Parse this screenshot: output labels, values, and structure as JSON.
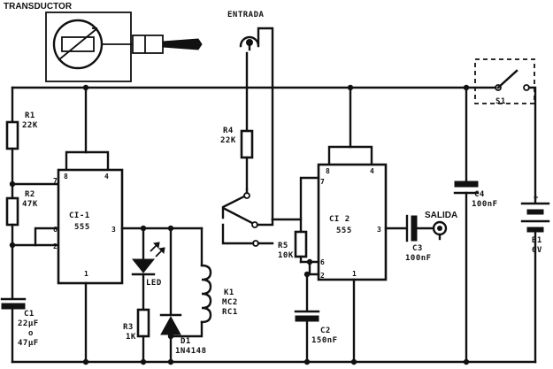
{
  "labels": {
    "transductor": "TRANSDUCTOR",
    "entrada": "ENTRADA",
    "salida": "SALIDA",
    "r1_name": "R1",
    "r1_value": "22K",
    "r2_name": "R2",
    "r2_value": "47K",
    "r3_name": "R3",
    "r3_value": "1K",
    "r4_name": "R4",
    "r4_value": "22K",
    "r5_name": "R5",
    "r5_value": "10K",
    "c1_name": "C1",
    "c1_value_a": "22µF",
    "c1_value_or": "o",
    "c1_value_b": "47µF",
    "c2_name": "C2",
    "c2_value": "150nF",
    "c3_name": "C3",
    "c3_value": "100nF",
    "c4_name": "C4",
    "c4_value": "100nF",
    "ci1_name": "CI-1",
    "ci1_type": "555",
    "ci2_name": "CI 2",
    "ci2_type": "555",
    "led": "LED",
    "d1_name": "D1",
    "d1_value": "1N4148",
    "k1_name": "K1",
    "k1_model_a": "MC2",
    "k1_model_b": "RC1",
    "s1": "S1",
    "battery_plus": "+",
    "battery_name": "B1",
    "battery_value": "6V"
  },
  "pins": {
    "ci1_p8": "8",
    "ci1_p4": "4",
    "ci1_p7": "7",
    "ci1_p6": "6",
    "ci1_p2": "2",
    "ci1_p3": "3",
    "ci1_p1": "1",
    "ci2_p8": "8",
    "ci2_p4": "4",
    "ci2_p7": "7",
    "ci2_p6": "6",
    "ci2_p2": "2",
    "ci2_p3": "3",
    "ci2_p1": "1"
  }
}
